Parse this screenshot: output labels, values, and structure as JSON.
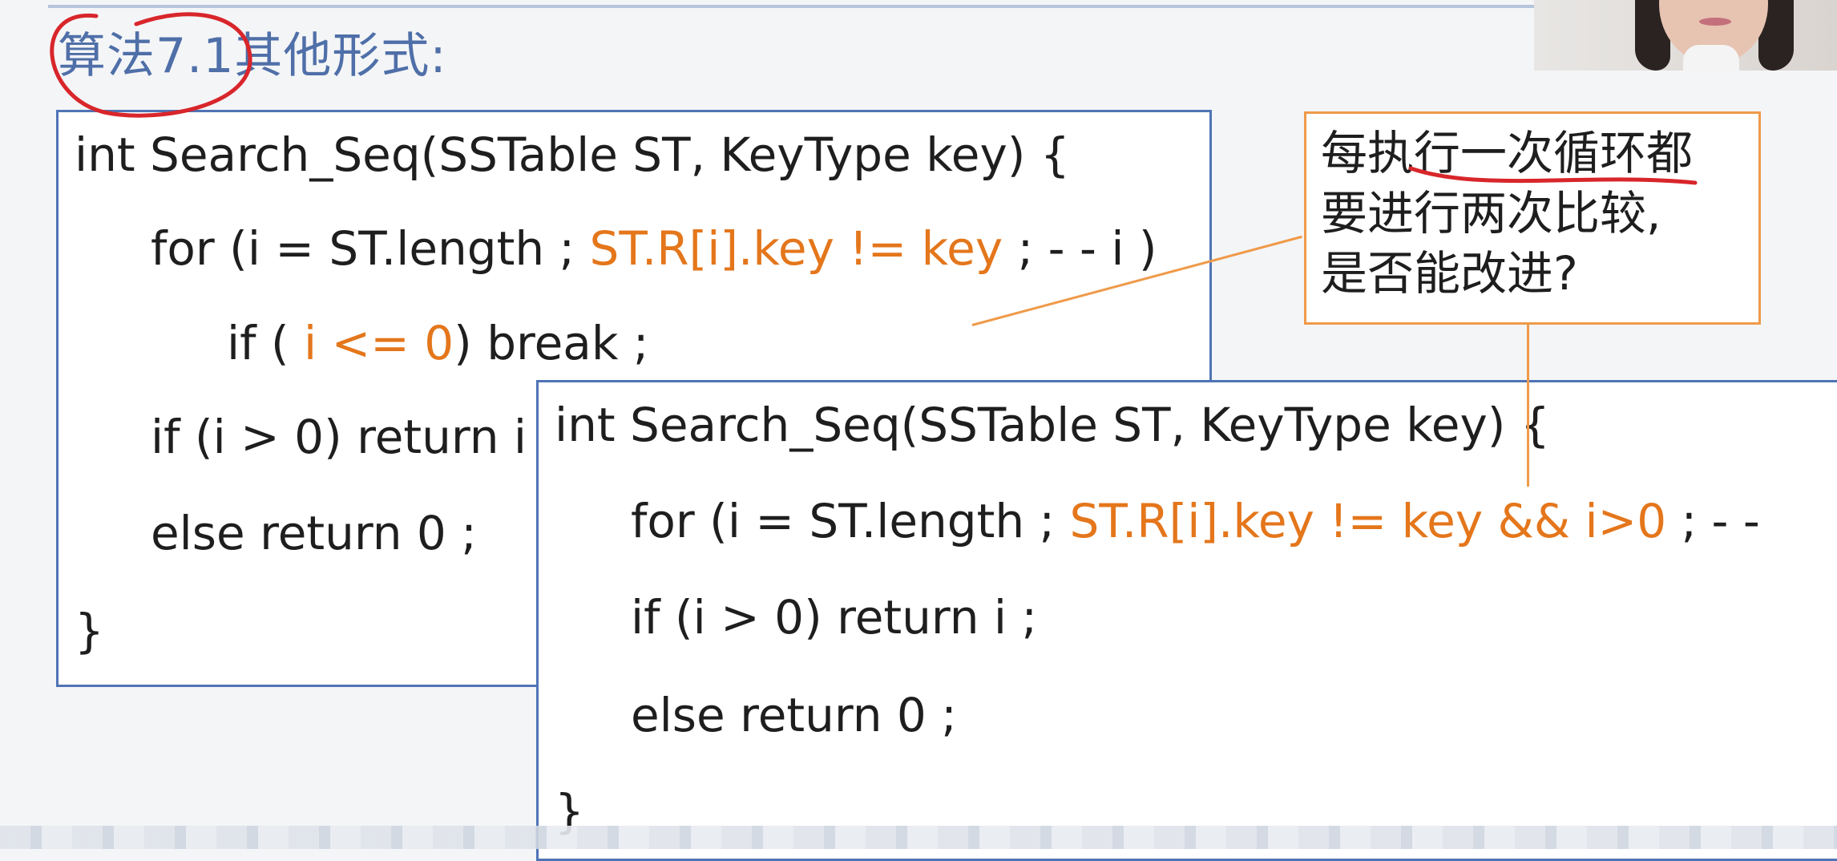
{
  "heading": "算法7.1其他形式:",
  "code_box_1": {
    "line1": "int Search_Seq(SSTable ST,  KeyType key) {",
    "line2": {
      "pre": "for (i = ST.length ;  ",
      "hl": "ST.R[i].key != key",
      "post": " ;  - - i )"
    },
    "line3": {
      "pre": "if ( ",
      "hl": "i <= 0",
      "post": ") break ;"
    },
    "line4": "if (i > 0) return i",
    "line5": "else return 0 ;",
    "line6": "}"
  },
  "code_box_2": {
    "line1": "int Search_Seq(SSTable ST,  KeyType key) {",
    "line2": {
      "pre": "for (i = ST.length ;  ",
      "hl": "ST.R[i].key != key && i>0",
      "post": " ;  - -"
    },
    "line3": "if (i > 0) return i ;",
    "line4": "else return 0 ;",
    "line5": "}"
  },
  "callout": {
    "line1": "每执行一次循环都",
    "line2": "要进行两次比较,",
    "line3": "是否能改进?"
  },
  "colors": {
    "code_highlight": "#e4761b",
    "box_border": "#4f74b6",
    "callout_border": "#ef9a4a",
    "heading": "#4f6fa8",
    "annotation_ink": "#d8262b"
  }
}
